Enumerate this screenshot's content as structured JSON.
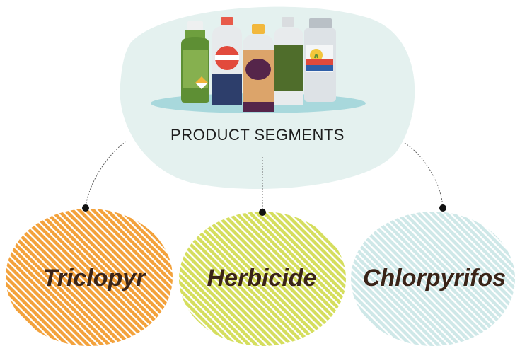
{
  "title": "PRODUCT SEGMENTS",
  "colors": {
    "cloud": "#e4f1ef",
    "shelf": "#a8d8dc",
    "label_text": "#3a2418",
    "connector": "#555555"
  },
  "segments": [
    {
      "label": "Triclopyr",
      "fill": "#ffffff",
      "stripe": "#f3a23c"
    },
    {
      "label": "Herbicide",
      "fill": "#ffffff",
      "stripe": "#d5de5e"
    },
    {
      "label": "Chlorpyrifos",
      "fill": "#ffffff",
      "stripe": "#cfe8e8"
    }
  ]
}
